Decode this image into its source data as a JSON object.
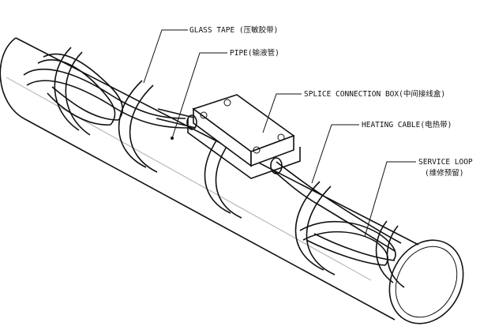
{
  "labels": {
    "glass_tape": "GLASS TAPE (压敏胶带)",
    "pipe": "PIPE(输液管)",
    "splice_box": "SPLICE CONNECTION BOX(中间接线盒)",
    "heating_cable": "HEATING CABLE(电热带)",
    "service_loop_line1": "SERVICE LOOP",
    "service_loop_line2": "(维修预留)"
  }
}
